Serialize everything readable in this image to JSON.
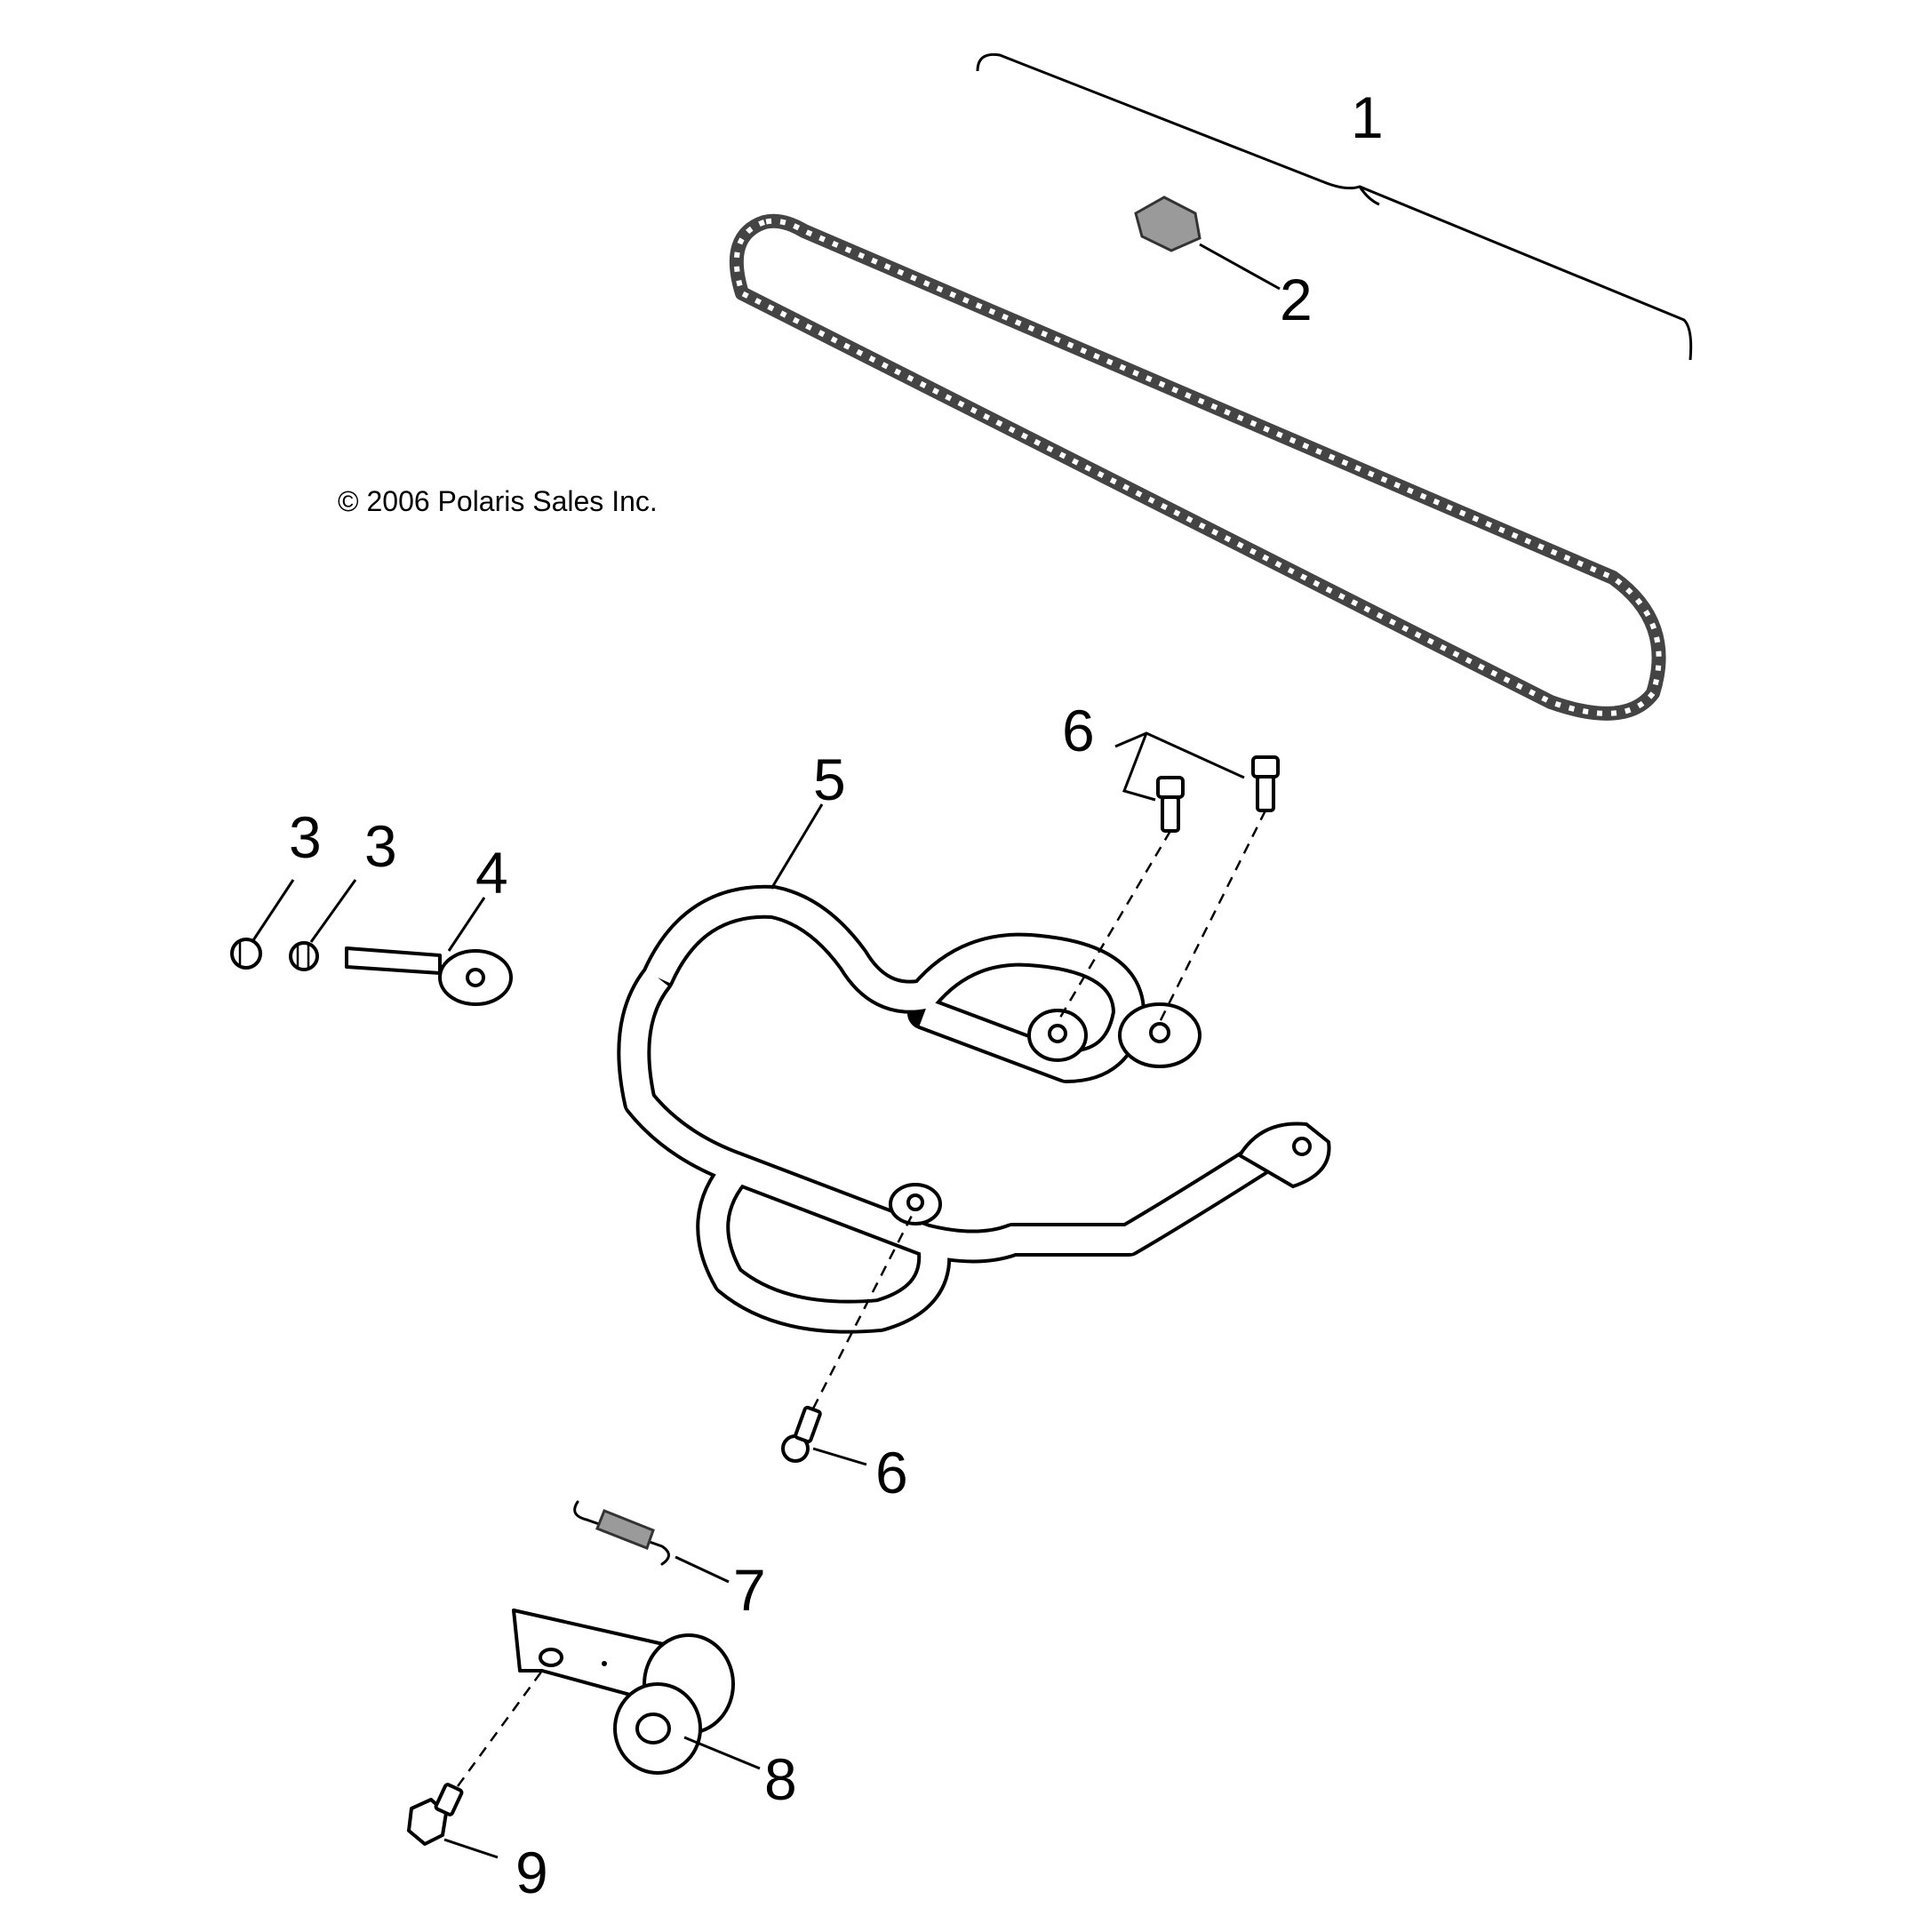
{
  "copyright": "© 2006 Polaris Sales Inc.",
  "callouts": {
    "c1": "1",
    "c2": "2",
    "c3a": "3",
    "c3b": "3",
    "c4": "4",
    "c5": "5",
    "c6a": "6",
    "c6b": "6",
    "c7": "7",
    "c8": "8",
    "c9": "9"
  }
}
